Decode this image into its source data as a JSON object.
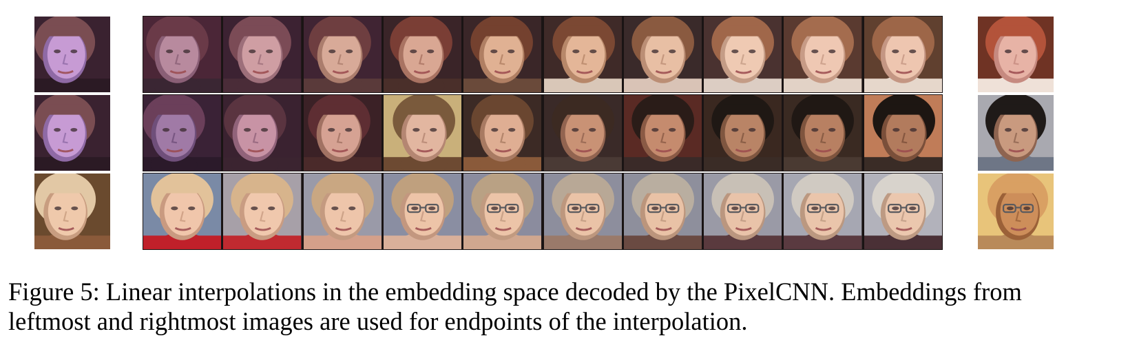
{
  "figure": {
    "caption_line1": "Figure 5: Linear interpolations in the embedding space decoded by the PixelCNN. Embeddings from",
    "caption_line2": "leftmost and rightmost images are used for endpoints of the interpolation.",
    "rows": [
      {
        "left": {
          "bg": "#3a2230",
          "hair": "#7a4d52",
          "skin": "#c79bd4",
          "skin_dark": "#8f6aa5",
          "clothes": "#2b1a24",
          "pose": -0.55
        },
        "right": {
          "bg": "#6f3324",
          "hair": "#b3533a",
          "skin": "#e7b3a6",
          "skin_dark": "#c68a80",
          "clothes": "#efe1d8",
          "pose": 0.0
        },
        "frames": [
          {
            "bg": "#4b2637",
            "hair": "#6a3a48",
            "skin": "#b88a9e",
            "skin_dark": "#8a5f76",
            "clothes": "#3a2633",
            "pose": -0.35
          },
          {
            "bg": "#3c2232",
            "hair": "#7b4b56",
            "skin": "#cf9ea3",
            "skin_dark": "#9d6f7a",
            "clothes": "#4a2c38",
            "pose": -0.15
          },
          {
            "bg": "#402433",
            "hair": "#6e3e40",
            "skin": "#d8aa98",
            "skin_dark": "#ab7d6d",
            "clothes": "#5a3a3a",
            "pose": -0.2
          },
          {
            "bg": "#3a2428",
            "hair": "#7a3e35",
            "skin": "#d9a793",
            "skin_dark": "#a97362",
            "clothes": "#4a2f2a",
            "pose": -0.1
          },
          {
            "bg": "#3a2628",
            "hair": "#74412f",
            "skin": "#e0b193",
            "skin_dark": "#b07f63",
            "clothes": "#6a4a3a",
            "pose": -0.05
          },
          {
            "bg": "#3f2a28",
            "hair": "#7b4833",
            "skin": "#e4b698",
            "skin_dark": "#b78769",
            "clothes": "#d9c7b8",
            "pose": 0.05
          },
          {
            "bg": "#3a2a2a",
            "hair": "#8a5a40",
            "skin": "#e8bfa4",
            "skin_dark": "#bb8e75",
            "clothes": "#d9c3b6",
            "pose": 0.0
          },
          {
            "bg": "#4a3230",
            "hair": "#a0674a",
            "skin": "#efcab3",
            "skin_dark": "#c49c86",
            "clothes": "#dccdc3",
            "pose": 0.0
          },
          {
            "bg": "#5a3a30",
            "hair": "#a46c4e",
            "skin": "#efc8b3",
            "skin_dark": "#c79b86",
            "clothes": "#e2d2c6",
            "pose": 0.0
          },
          {
            "bg": "#60402f",
            "hair": "#9d6648",
            "skin": "#eec6b0",
            "skin_dark": "#c49683",
            "clothes": "#e6d7cb",
            "pose": 0.0
          }
        ]
      },
      {
        "left": {
          "bg": "#3a2230",
          "hair": "#7a4d52",
          "skin": "#c79bd4",
          "skin_dark": "#8f6aa5",
          "clothes": "#2b1a24",
          "pose": -0.55
        },
        "right": {
          "bg": "#a9a9b0",
          "hair": "#1f1a18",
          "skin": "#c99a7f",
          "skin_dark": "#8e6450",
          "clothes": "#6e7686",
          "pose": 0.0
        },
        "frames": [
          {
            "bg": "#3a2236",
            "hair": "#6b3f5a",
            "skin": "#a07aa6",
            "skin_dark": "#6f4f7a",
            "clothes": "#2b1a2a",
            "pose": -0.6
          },
          {
            "bg": "#3a2230",
            "hair": "#5a3440",
            "skin": "#c893a5",
            "skin_dark": "#91637a",
            "clothes": "#3b2430",
            "pose": -0.5
          },
          {
            "bg": "#3b2126",
            "hair": "#5e2e33",
            "skin": "#d6a293",
            "skin_dark": "#a17263",
            "clothes": "#4a2a2a",
            "pose": -0.25
          },
          {
            "bg": "#c9b07a",
            "hair": "#7a5a3c",
            "skin": "#e2b6a0",
            "skin_dark": "#b48672",
            "clothes": "#6d4a32",
            "pose": 0.1
          },
          {
            "bg": "#3c2a25",
            "hair": "#6a4630",
            "skin": "#dfae93",
            "skin_dark": "#a87a62",
            "clothes": "#8a5a3a",
            "pose": 0.0
          },
          {
            "bg": "#3a2a28",
            "hair": "#3c2a22",
            "skin": "#c99275",
            "skin_dark": "#926450",
            "clothes": "#4a3a35",
            "pose": 0.0
          },
          {
            "bg": "#5a2a24",
            "hair": "#2a1c18",
            "skin": "#c58b6e",
            "skin_dark": "#8a5a45",
            "clothes": "#3a2a28",
            "pose": 0.0
          },
          {
            "bg": "#3a2820",
            "hair": "#1f1814",
            "skin": "#b98466",
            "skin_dark": "#7f5640",
            "clothes": "#3a2c26",
            "pose": 0.0
          },
          {
            "bg": "#3a2a22",
            "hair": "#201814",
            "skin": "#b88062",
            "skin_dark": "#7e543e",
            "clothes": "#4a3a32",
            "pose": 0.0
          },
          {
            "bg": "#c07c58",
            "hair": "#1d1612",
            "skin": "#b27b5d",
            "skin_dark": "#7a4f3a",
            "clothes": "#3a2c26",
            "pose": 0.05
          }
        ]
      },
      {
        "left": {
          "bg": "#6a4a2e",
          "hair": "#e2c8a5",
          "skin": "#efc9ab",
          "skin_dark": "#c89d80",
          "clothes": "#8a5a3a",
          "pose": -0.5
        },
        "right": {
          "bg": "#e8c47a",
          "hair": "#d9a063",
          "skin": "#cd8e5a",
          "skin_dark": "#9b6138",
          "clothes": "#b98a5a",
          "pose": 0.15
        },
        "frames": [
          {
            "bg": "#7a8aa6",
            "hair": "#e2c29a",
            "skin": "#f0c6ab",
            "skin_dark": "#c99a80",
            "clothes": "#c0202a",
            "pose": 0.0
          },
          {
            "bg": "#a7a0a8",
            "hair": "#d7b48c",
            "skin": "#f0c8ad",
            "skin_dark": "#c99c82",
            "clothes": "#c02a30",
            "pose": 0.0
          },
          {
            "bg": "#9a9aa8",
            "hair": "#c9a782",
            "skin": "#eec5aa",
            "skin_dark": "#c49a80",
            "clothes": "#d4a08a",
            "pose": 0.0
          },
          {
            "bg": "#8a8ea2",
            "hair": "#bfa07e",
            "skin": "#edc4a8",
            "skin_dark": "#c3977f",
            "clothes": "#d9b09a",
            "pose": 0.0
          },
          {
            "bg": "#8b8c9e",
            "hair": "#b9a184",
            "skin": "#ecc4a8",
            "skin_dark": "#c19a80",
            "clothes": "#d0a78f",
            "pose": 0.0
          },
          {
            "bg": "#8d8e9d",
            "hair": "#b8a896",
            "skin": "#eac3a7",
            "skin_dark": "#bd977e",
            "clothes": "#9a7a6a",
            "pose": 0.0
          },
          {
            "bg": "#8e8f9c",
            "hair": "#b9aea0",
            "skin": "#e9c2a6",
            "skin_dark": "#bb957c",
            "clothes": "#6a4a42",
            "pose": 0.0
          },
          {
            "bg": "#9a9aa6",
            "hair": "#c8c0b6",
            "skin": "#e9c3a9",
            "skin_dark": "#ba967f",
            "clothes": "#5a3a3e",
            "pose": 0.0
          },
          {
            "bg": "#a6a7b2",
            "hair": "#d0cac2",
            "skin": "#eac5ab",
            "skin_dark": "#bb9880",
            "clothes": "#5a3a40",
            "pose": 0.0
          },
          {
            "bg": "#b2b2bb",
            "hair": "#d8d3cc",
            "skin": "#ebc7ae",
            "skin_dark": "#bd9a83",
            "clothes": "#4a3036",
            "pose": 0.0
          }
        ]
      }
    ],
    "glasses_from_frame": [
      null,
      null,
      3
    ]
  }
}
